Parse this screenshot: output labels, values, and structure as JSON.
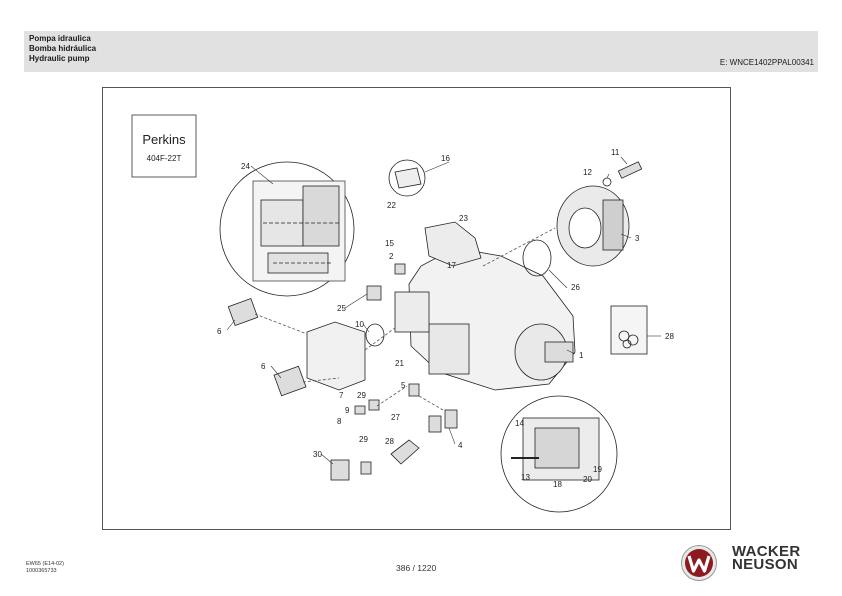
{
  "header": {
    "title_it": "Pompa idraulica",
    "title_es": "Bomba hidráulica",
    "title_en": "Hydraulic pump",
    "doc_ref": "E: WNCE1402PPAL00341"
  },
  "diagram": {
    "engine_box": {
      "brand": "Perkins",
      "model": "404F-22T"
    },
    "callouts": [
      "1",
      "2",
      "3",
      "4",
      "5",
      "6",
      "6",
      "7",
      "8",
      "9",
      "10",
      "11",
      "12",
      "13",
      "14",
      "15",
      "16",
      "17",
      "18",
      "19",
      "20",
      "21",
      "22",
      "23",
      "24",
      "25",
      "26",
      "27",
      "28",
      "28",
      "29",
      "29",
      "30"
    ]
  },
  "footer": {
    "model_code": "EW65 (E14-02)",
    "part_number": "1000365733",
    "page": "386 / 1220",
    "brand_line1": "WACKER",
    "brand_line2": "NEUSON",
    "accent_color": "#8c1a1e"
  }
}
